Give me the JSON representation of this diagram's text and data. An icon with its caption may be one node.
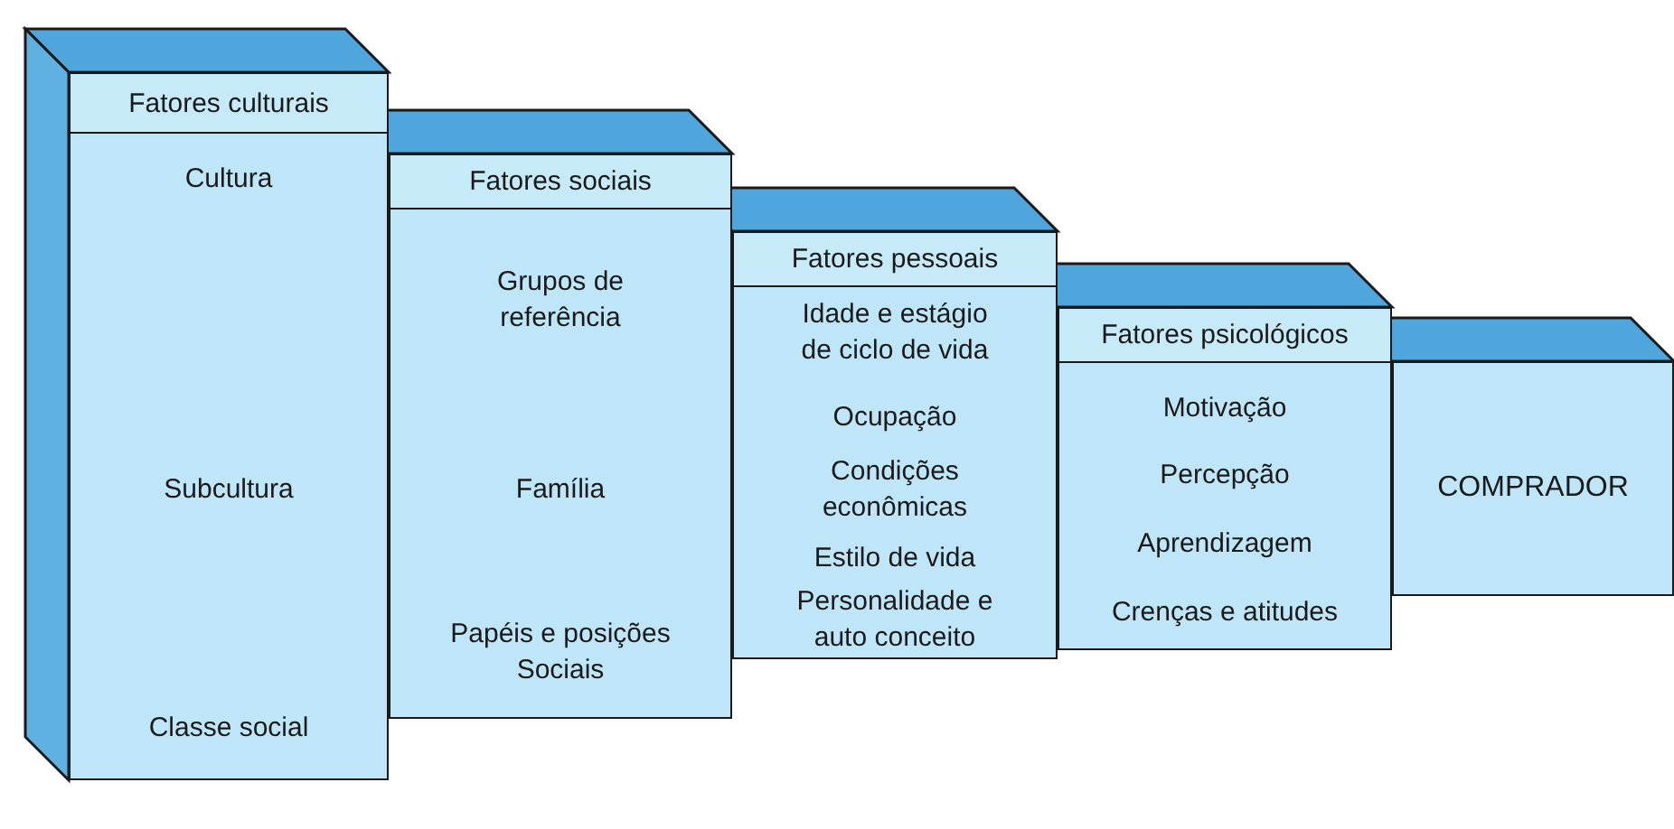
{
  "diagram": {
    "nodes": [
      {
        "text": [
          "Fatores culturais",
          "Cultura",
          "Subcultura",
          "Classe social"
        ]
      },
      {
        "text": [
          "Fatores sociais",
          "Grupos de referência",
          "Família",
          "Papéis e posições Sociais"
        ]
      },
      {
        "text": [
          "Fatores pessoais",
          "Idade e estágio de ciclo de vida",
          "Ocupação",
          "Condições econômicas",
          "Estilo de vida",
          "Personalidade e auto conceito"
        ]
      },
      {
        "text": [
          "Fatores psicológicos",
          "Motivação",
          "Percepção",
          "Aprendizagem",
          "Crenças e atitudes"
        ]
      },
      {
        "text": [
          "COMPRADOR"
        ]
      }
    ]
  }
}
